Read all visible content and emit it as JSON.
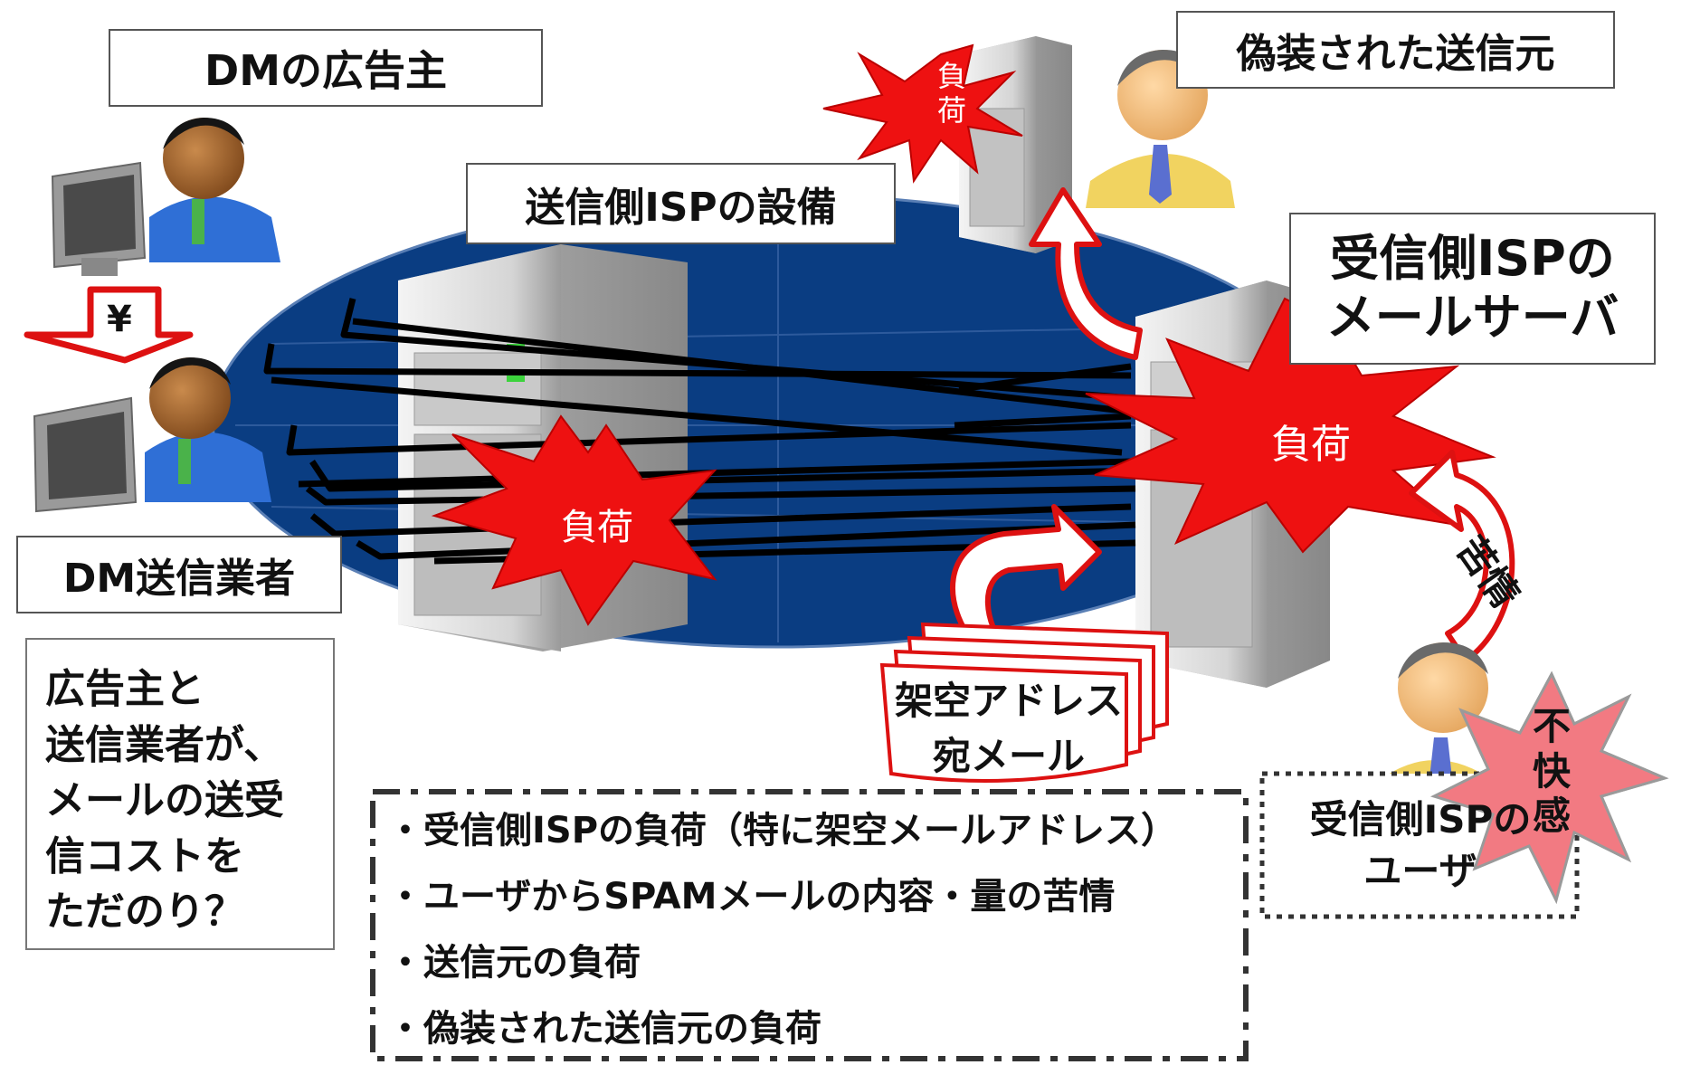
{
  "labels": {
    "advertiser": "DMの広告主",
    "yen": "¥",
    "dm_sender": "DM送信業者",
    "sender_isp": "送信側ISPの設備",
    "spoofed_sender": "偽装された送信元",
    "receiver_isp_line1": "受信側ISPの",
    "receiver_isp_line2": "メールサーバ",
    "load_small": "負荷",
    "load_sender_isp": "負荷",
    "load_receiver": "負荷",
    "complaint": "苦情",
    "fake_mail_line1": "架空アドレス",
    "fake_mail_line2": "宛メール",
    "isp_user_line1": "受信側ISPの",
    "isp_user_line2": "ユーザ",
    "discomfort": [
      "不",
      "快",
      "感"
    ]
  },
  "question": [
    "広告主と",
    "送信業者が、",
    "メールの送受",
    "信コストを",
    "ただのり？"
  ],
  "issues": [
    "・受信側ISPの負荷（特に架空メールアドレス）",
    "・ユーザからSPAMメールの内容・量の苦情",
    "・送信元の負荷",
    "・偽装された送信元の負荷"
  ],
  "colors": {
    "ellipse": "#0a3d82",
    "burst": "#ee1111",
    "burst_pink": "#f27a82",
    "arrow_red": "#dd1111"
  }
}
